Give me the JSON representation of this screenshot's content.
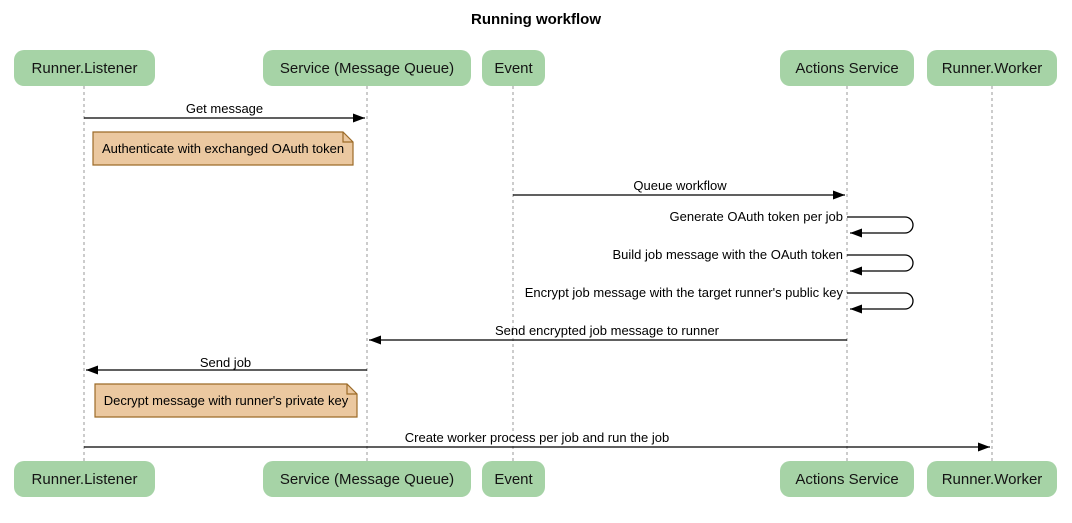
{
  "diagram_type": "sequence-diagram",
  "title": "Running workflow",
  "participants": [
    {
      "label": "Runner.Listener"
    },
    {
      "label": "Service (Message Queue)"
    },
    {
      "label": "Event"
    },
    {
      "label": "Actions Service"
    },
    {
      "label": "Runner.Worker"
    }
  ],
  "messages": [
    {
      "label": "Get message",
      "from": "Runner.Listener",
      "to": "Service (Message Queue)",
      "self": false
    },
    {
      "label": "Queue workflow",
      "from": "Event",
      "to": "Actions Service",
      "self": false
    },
    {
      "label": "Generate OAuth token per job",
      "from": "Actions Service",
      "to": "Actions Service",
      "self": true
    },
    {
      "label": "Build job message with the OAuth token",
      "from": "Actions Service",
      "to": "Actions Service",
      "self": true
    },
    {
      "label": "Encrypt job message with the target runner's public key",
      "from": "Actions Service",
      "to": "Actions Service",
      "self": true
    },
    {
      "label": "Send encrypted job message to runner",
      "from": "Actions Service",
      "to": "Service (Message Queue)",
      "self": false
    },
    {
      "label": "Send job",
      "from": "Service (Message Queue)",
      "to": "Runner.Listener",
      "self": false
    },
    {
      "label": "Create worker process per job and run the job",
      "from": "Runner.Listener",
      "to": "Runner.Worker",
      "self": false
    }
  ],
  "notes": [
    {
      "text": "Authenticate with exchanged OAuth token",
      "position": "right of Runner.Listener"
    },
    {
      "text": "Decrypt message with runner's private key",
      "position": "right of Runner.Listener"
    }
  ],
  "colors": {
    "actor_fill": "#A6D3A6",
    "note_fill": "#EBC8A0",
    "note_border": "#9C6B28",
    "lifeline": "#999999",
    "arrow": "#000000"
  }
}
